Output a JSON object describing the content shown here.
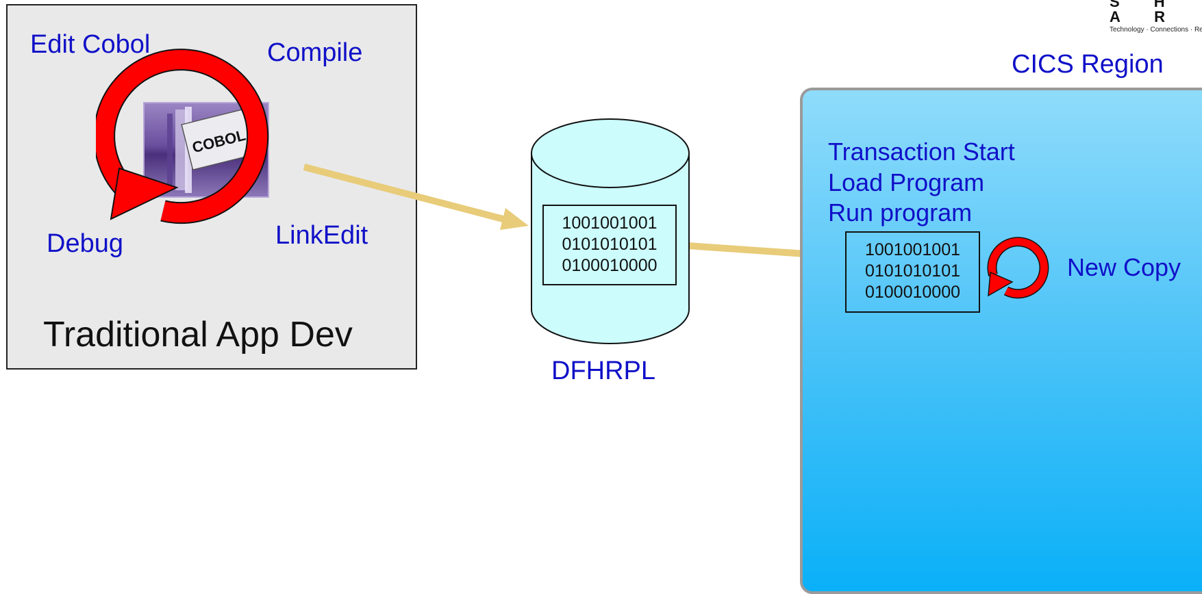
{
  "logo": {
    "letters": "S H A R",
    "tagline": "Technology · Connections · Res"
  },
  "left_panel": {
    "title": "Traditional App Dev",
    "cycle_labels": {
      "edit": "Edit Cobol",
      "compile": "Compile",
      "linkedit": "LinkEdit",
      "debug": "Debug"
    },
    "book_label": "COBOL"
  },
  "library": {
    "label": "DFHRPL",
    "binary_lines": [
      "1001001001",
      "0101010101",
      "0100010000"
    ]
  },
  "cics": {
    "title": "CICS Region",
    "steps": [
      "Transaction Start",
      "Load Program",
      "Run program"
    ],
    "binary_lines": [
      "1001001001",
      "0101010101",
      "0100010000"
    ],
    "new_copy_label": "New Copy"
  },
  "colors": {
    "label_blue": "#1010c8",
    "arrow_tan": "#e8cc7a",
    "cycle_red": "#ff0000",
    "cylinder_fill": "#ccfcfc",
    "cics_gradient_top": "#8fdcfb",
    "cics_gradient_bottom": "#0ab0f8"
  }
}
